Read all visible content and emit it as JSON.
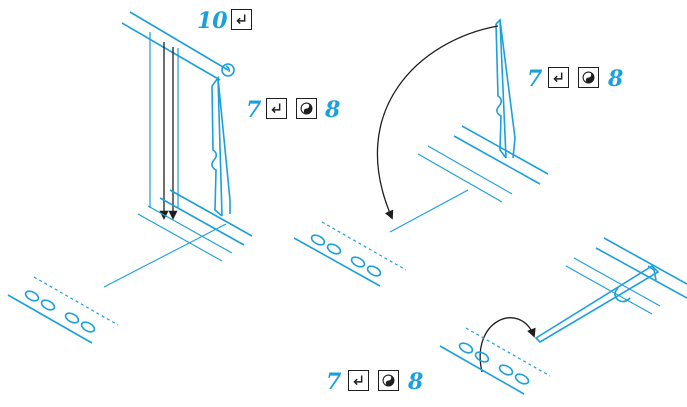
{
  "colors": {
    "accent": "#1aa0dc",
    "ink": "#1f1f1f",
    "background": "#ffffff"
  },
  "steps": [
    {
      "id": "a",
      "screw_size": "10",
      "icons": [
        "return-arrow-icon"
      ]
    },
    {
      "id": "b",
      "screw_size": "7",
      "icons": [
        "return-arrow-icon",
        "yin-yang-icon"
      ],
      "secondary": "8"
    },
    {
      "id": "c",
      "screw_size": "7",
      "icons": [
        "return-arrow-icon",
        "yin-yang-icon"
      ],
      "secondary": "8"
    },
    {
      "id": "d",
      "screw_size": "7",
      "icons": [
        "return-arrow-icon",
        "yin-yang-icon"
      ],
      "secondary": "8"
    }
  ]
}
